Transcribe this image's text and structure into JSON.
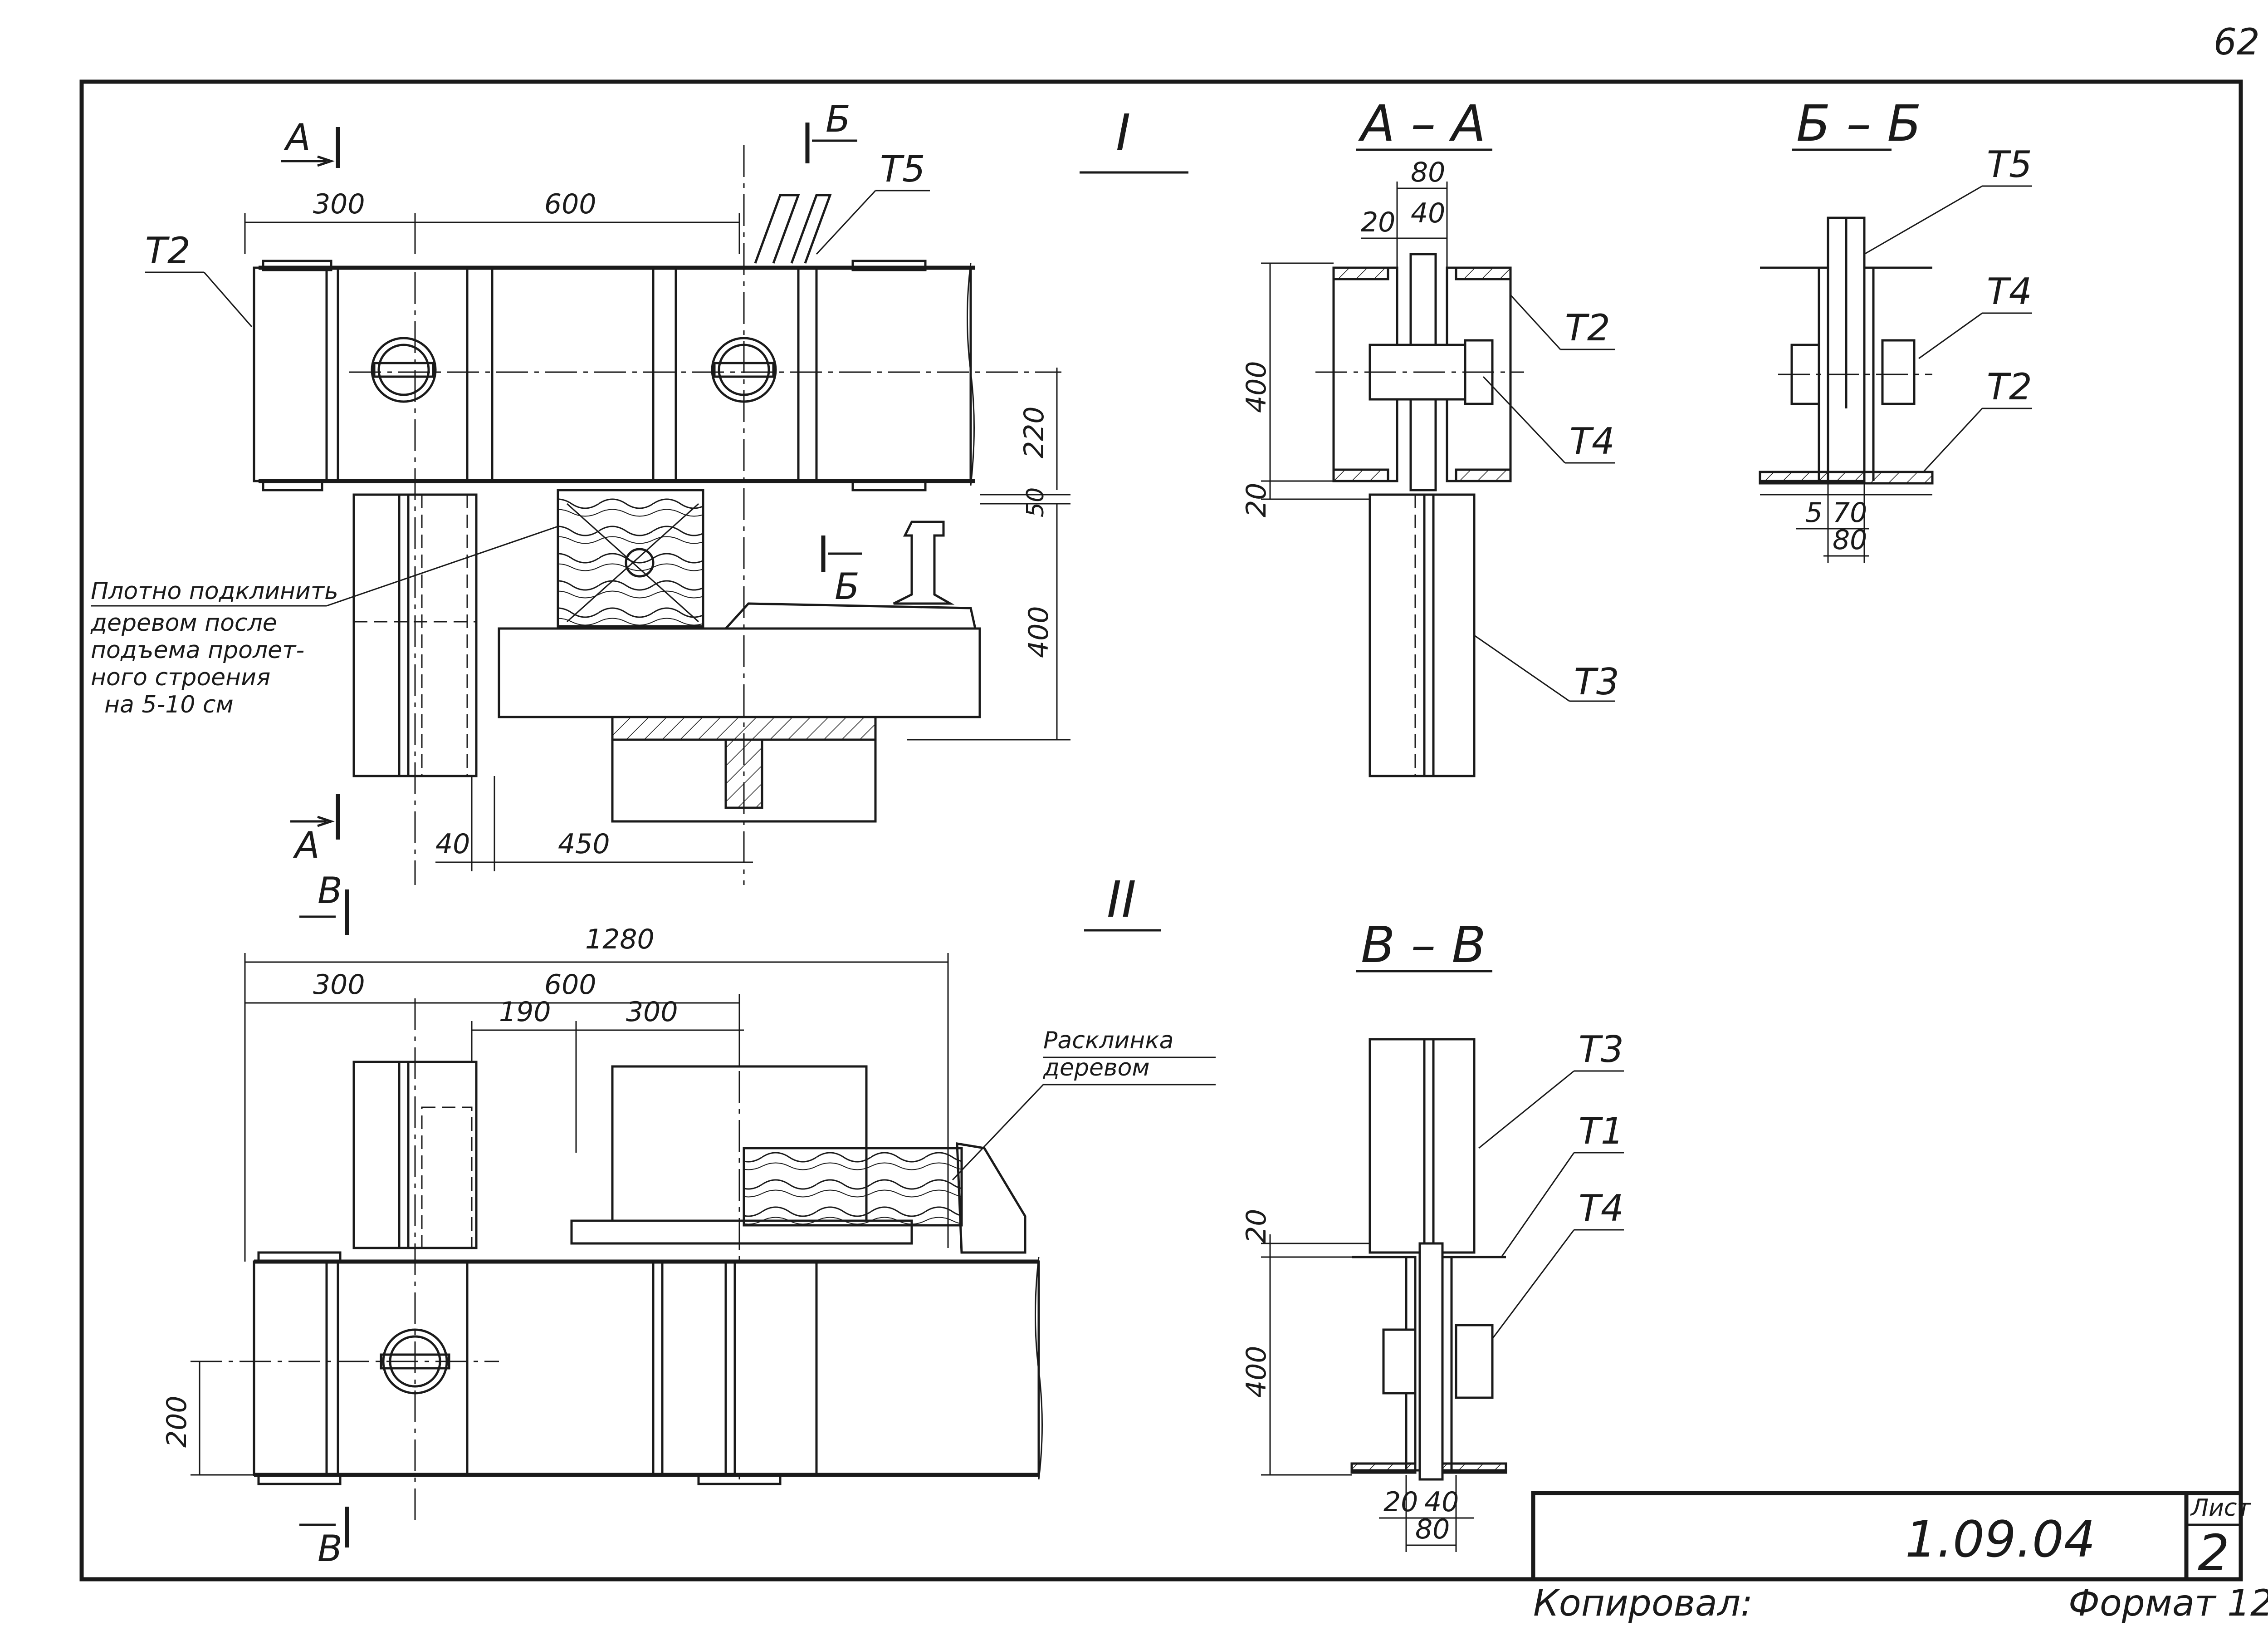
{
  "page_number": "62",
  "views": {
    "view_1": {
      "title": "I",
      "section_marks": {
        "a_top": "А",
        "a_bottom": "А",
        "b_top": "Б",
        "b_mid": "Б"
      },
      "dims": {
        "d300": "300",
        "d600": "600",
        "d220": "220",
        "d50": "50",
        "d400": "400",
        "d40": "40",
        "d450": "450"
      },
      "labels": {
        "t2": "Т2",
        "t5": "Т5"
      },
      "note": [
        "Плотно подклинить",
        "деревом после",
        "подъема пролет-",
        "ного строения",
        "на 5-10 см"
      ]
    },
    "view_2": {
      "title": "II",
      "section_marks": {
        "v_top": "В",
        "v_bottom": "В"
      },
      "dims": {
        "d1280": "1280",
        "d300": "300",
        "d600": "600",
        "d190": "190",
        "d300b": "300",
        "d200": "200"
      },
      "note": [
        "Расклинка",
        "деревом"
      ]
    },
    "section_aa": {
      "title": "А – А",
      "dims": {
        "d80": "80",
        "d20": "20",
        "d40": "40",
        "d400": "400",
        "d20b": "20"
      },
      "labels": {
        "t2": "Т2",
        "t4": "Т4",
        "t3": "Т3"
      }
    },
    "section_bb": {
      "title": "Б – Б",
      "dims": {
        "d5": "5",
        "d70": "70",
        "d80": "80"
      },
      "labels": {
        "t5": "Т5",
        "t4": "Т4",
        "t2": "Т2"
      }
    },
    "section_vv": {
      "title": "В – В",
      "dims": {
        "d20": "20",
        "d400": "400",
        "d20b": "20",
        "d40": "40",
        "d80": "80"
      },
      "labels": {
        "t3": "Т3",
        "t1": "Т1",
        "t4": "Т4"
      }
    }
  },
  "title_block": {
    "doc_code": "1.09.04",
    "sheet_label": "Лист",
    "sheet_number": "2"
  },
  "footer": {
    "copied_by": "Копировал:",
    "format": "Формат 12"
  }
}
